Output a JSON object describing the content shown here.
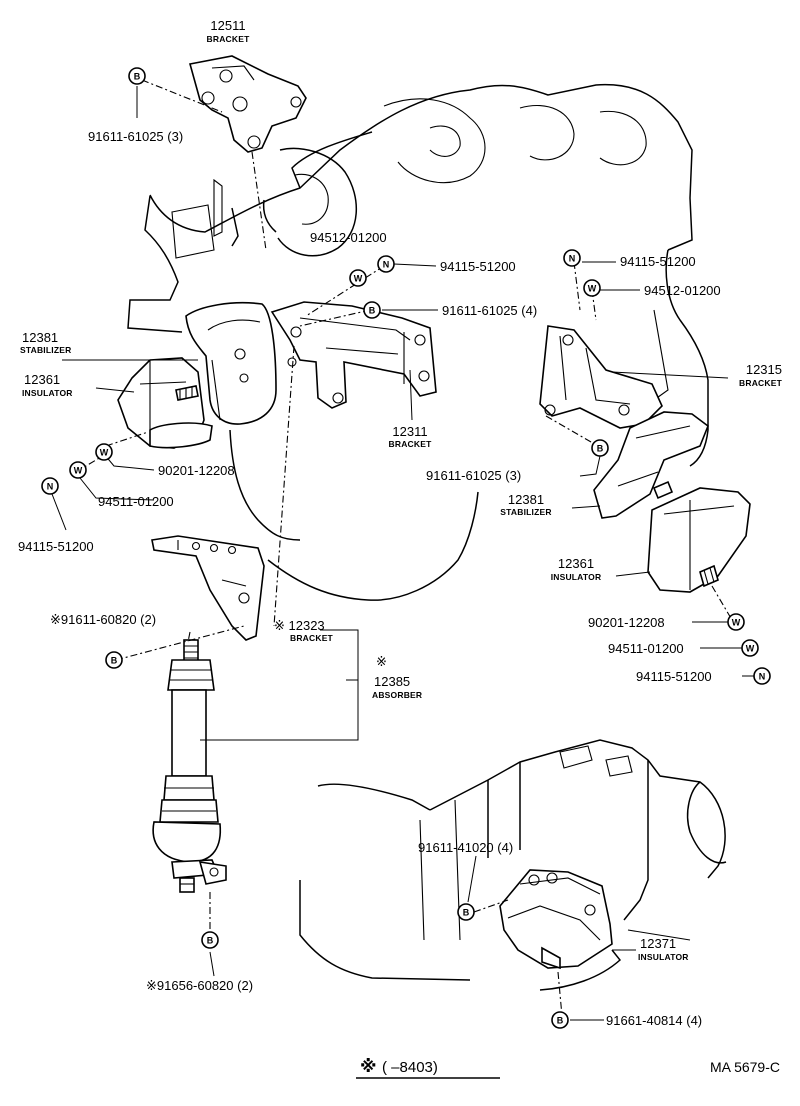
{
  "marks": {
    "bolt": "B",
    "washer": "W",
    "nut": "N",
    "note_symbol": "※"
  },
  "parts": {
    "p12511": {
      "number": "12511",
      "desc": "BRACKET"
    },
    "p12381_left": {
      "number": "12381",
      "desc": "STABILIZER"
    },
    "p12361_left": {
      "number": "12361",
      "desc": "INSULATOR"
    },
    "p12311": {
      "number": "12311",
      "desc": "BRACKET"
    },
    "p12315": {
      "number": "12315",
      "desc": "BRACKET"
    },
    "p12381_right": {
      "number": "12381",
      "desc": "STABILIZER"
    },
    "p12361_right": {
      "number": "12361",
      "desc": "INSULATOR"
    },
    "p12323": {
      "number": "※ 12323",
      "desc": "BRACKET"
    },
    "p12385": {
      "note": "※",
      "number": "12385",
      "desc": "ABSORBER"
    },
    "p12371": {
      "number": "12371",
      "desc": "INSULATOR"
    }
  },
  "fasteners": {
    "f1": "91611-61025 (3)",
    "f2": "94512-01200",
    "f3": "94115-51200",
    "f4": "91611-61025 (4)",
    "f5": "90201-12208",
    "f6": "94511-01200",
    "f7": "94115-51200",
    "f8": "94115-51200",
    "f9": "94512-01200",
    "f10": "91611-61025 (3)",
    "f11": "※91611-60820 (2)",
    "f12": "90201-12208",
    "f13": "94511-01200",
    "f14": "94115-51200",
    "f15": "91611-41020 (4)",
    "f16": "※91656-60820 (2)",
    "f17": "91661-40814 (4)"
  },
  "footnote": {
    "symbol": "※",
    "range": "(      –8403)"
  },
  "drawing_code": "MA 5679-C"
}
